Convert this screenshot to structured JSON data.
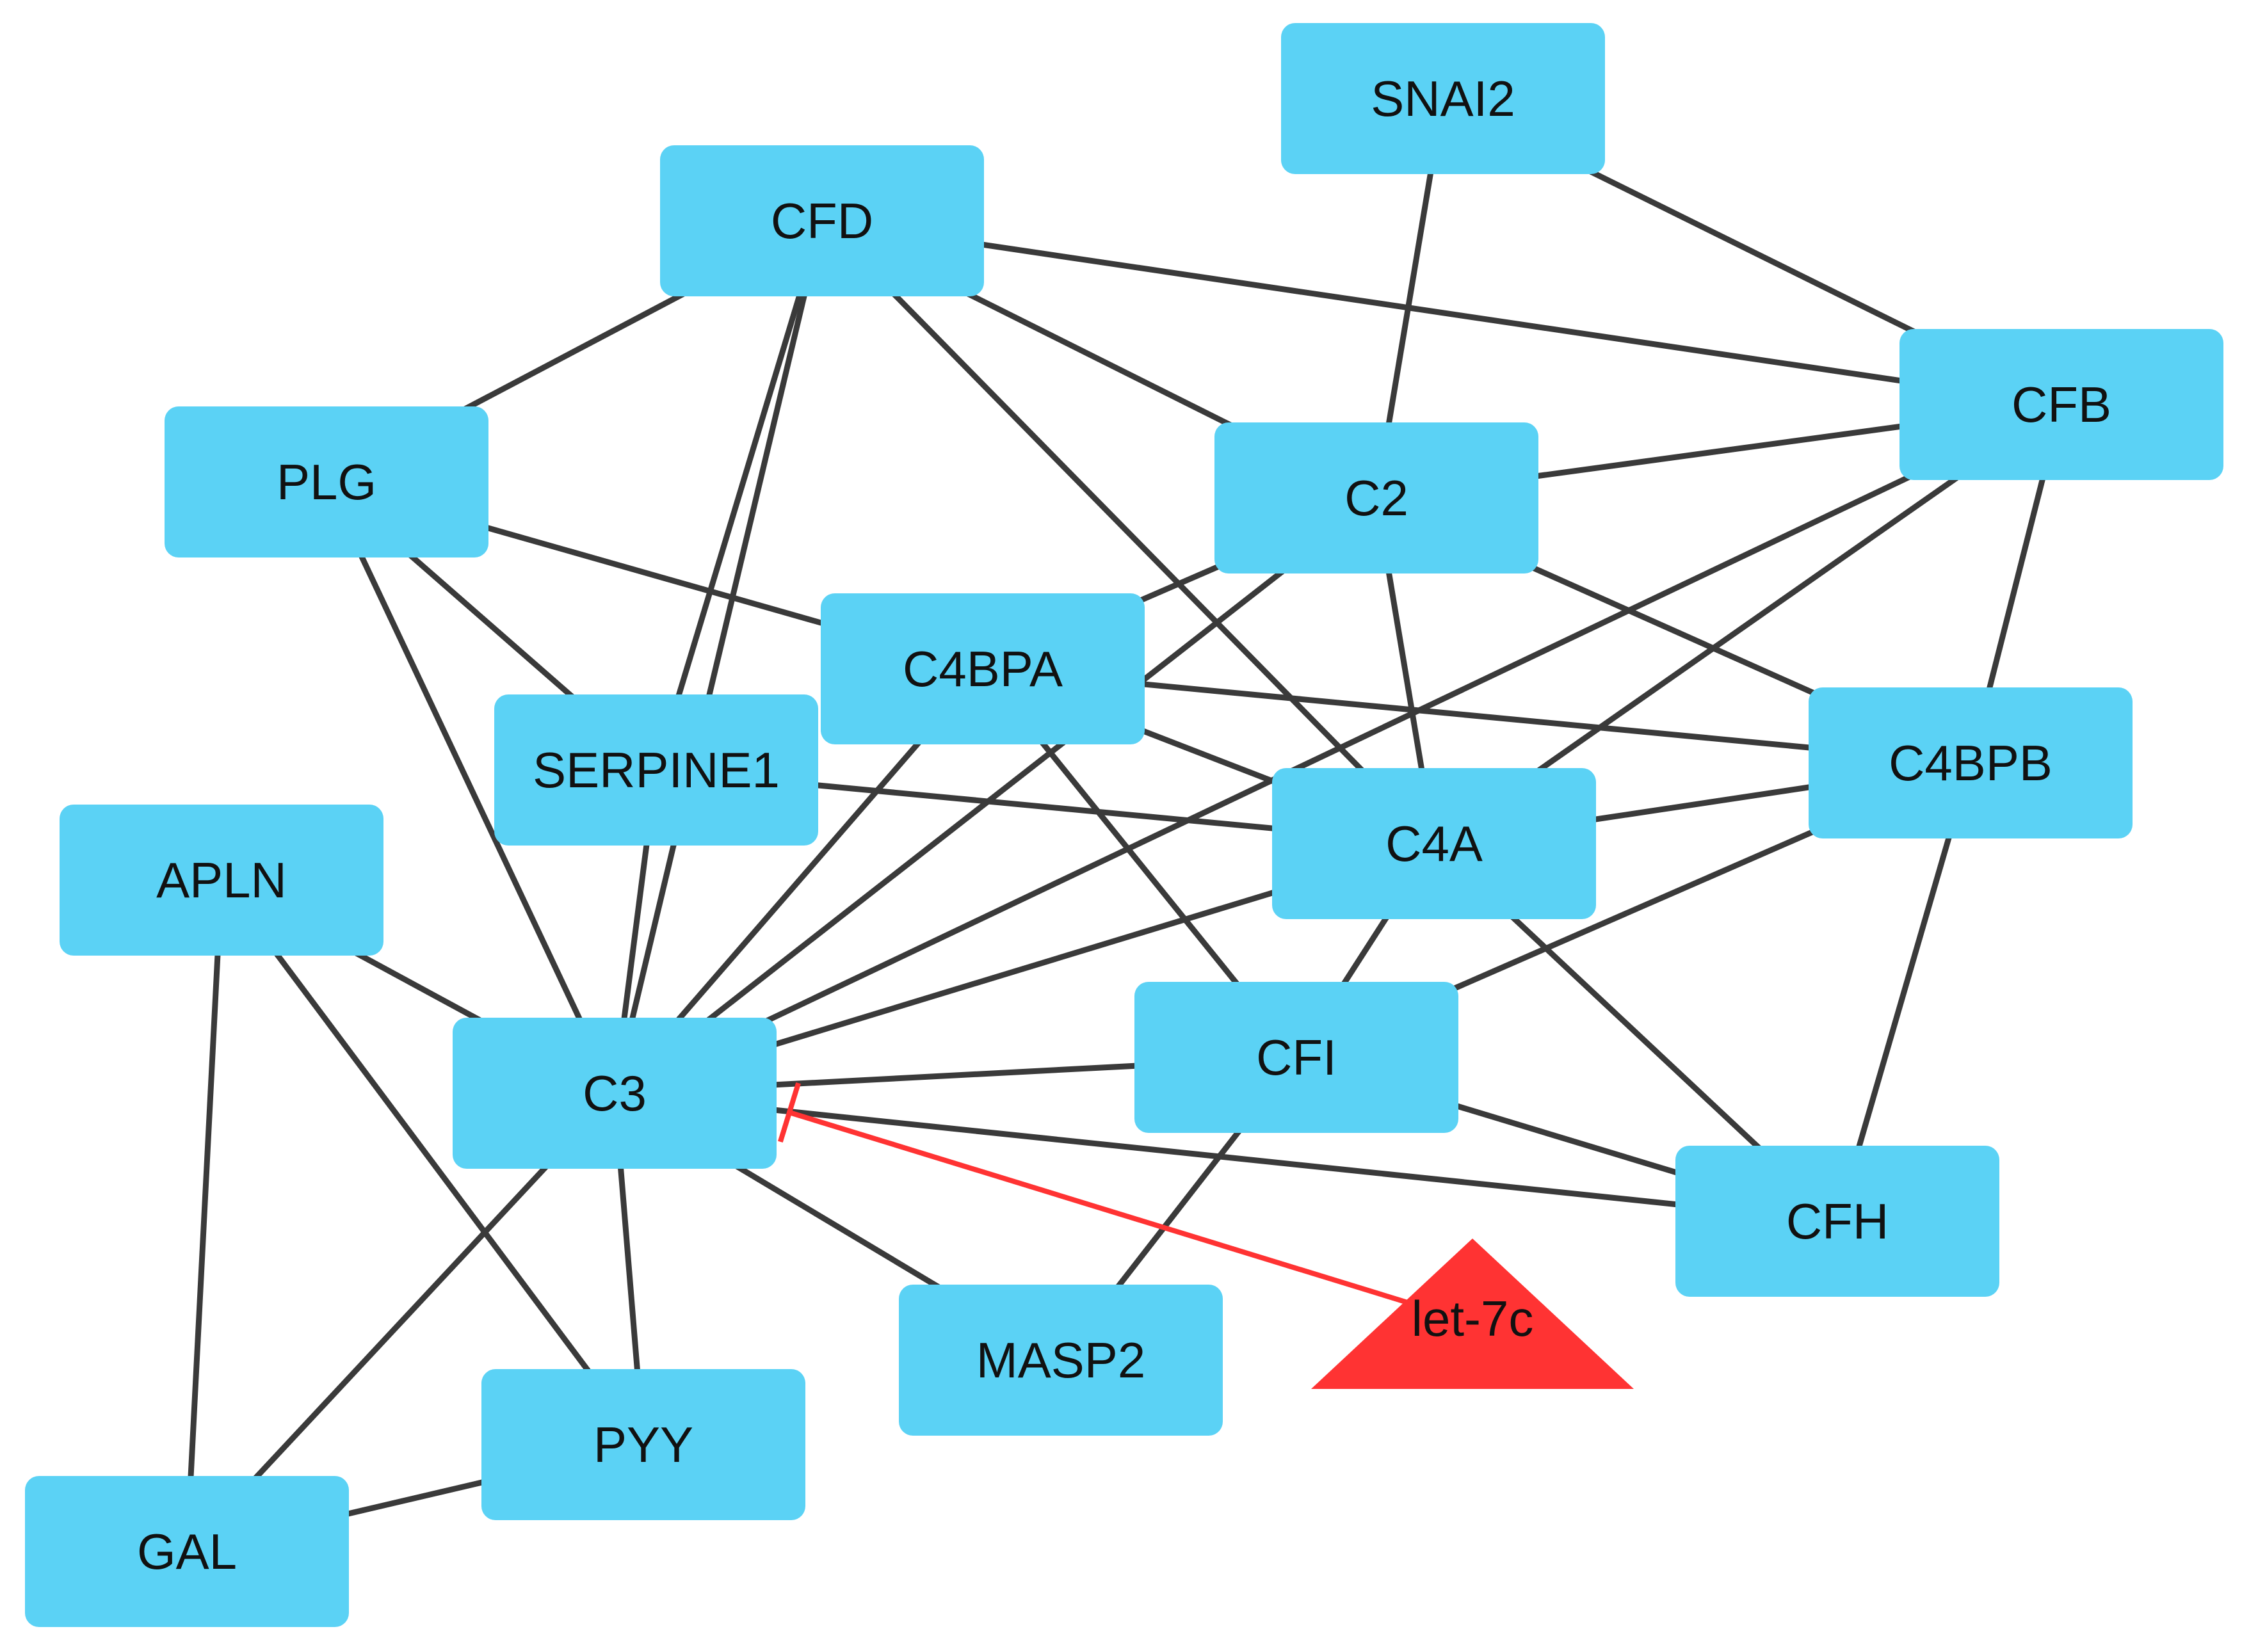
{
  "nodes": [
    {
      "id": "SNAI2",
      "label": "SNAI2",
      "shape": "rect",
      "color": "#5bd2f5"
    },
    {
      "id": "CFD",
      "label": "CFD",
      "shape": "rect",
      "color": "#5bd2f5"
    },
    {
      "id": "CFB",
      "label": "CFB",
      "shape": "rect",
      "color": "#5bd2f5"
    },
    {
      "id": "PLG",
      "label": "PLG",
      "shape": "rect",
      "color": "#5bd2f5"
    },
    {
      "id": "C2",
      "label": "C2",
      "shape": "rect",
      "color": "#5bd2f5"
    },
    {
      "id": "C4BPA",
      "label": "C4BPA",
      "shape": "rect",
      "color": "#5bd2f5"
    },
    {
      "id": "SERPINE1",
      "label": "SERPINE1",
      "shape": "rect",
      "color": "#5bd2f5"
    },
    {
      "id": "C4BPB",
      "label": "C4BPB",
      "shape": "rect",
      "color": "#5bd2f5"
    },
    {
      "id": "C4A",
      "label": "C4A",
      "shape": "rect",
      "color": "#5bd2f5"
    },
    {
      "id": "APLN",
      "label": "APLN",
      "shape": "rect",
      "color": "#5bd2f5"
    },
    {
      "id": "C3",
      "label": "C3",
      "shape": "rect",
      "color": "#5bd2f5"
    },
    {
      "id": "CFI",
      "label": "CFI",
      "shape": "rect",
      "color": "#5bd2f5"
    },
    {
      "id": "CFH",
      "label": "CFH",
      "shape": "rect",
      "color": "#5bd2f5"
    },
    {
      "id": "let-7c",
      "label": "let-7c",
      "shape": "triangle",
      "color": "#ff3333"
    },
    {
      "id": "MASP2",
      "label": "MASP2",
      "shape": "rect",
      "color": "#5bd2f5"
    },
    {
      "id": "PYY",
      "label": "PYY",
      "shape": "rect",
      "color": "#5bd2f5"
    },
    {
      "id": "GAL",
      "label": "GAL",
      "shape": "rect",
      "color": "#5bd2f5"
    }
  ],
  "edges": [
    {
      "source": "SNAI2",
      "target": "C2",
      "type": "interaction"
    },
    {
      "source": "SNAI2",
      "target": "CFB",
      "type": "interaction"
    },
    {
      "source": "CFD",
      "target": "CFB",
      "type": "interaction"
    },
    {
      "source": "CFD",
      "target": "C2",
      "type": "interaction"
    },
    {
      "source": "CFD",
      "target": "C4A",
      "type": "interaction"
    },
    {
      "source": "CFD",
      "target": "PLG",
      "type": "interaction"
    },
    {
      "source": "CFD",
      "target": "SERPINE1",
      "type": "interaction"
    },
    {
      "source": "CFD",
      "target": "C3",
      "type": "interaction"
    },
    {
      "source": "PLG",
      "target": "C4BPA",
      "type": "interaction"
    },
    {
      "source": "PLG",
      "target": "SERPINE1",
      "type": "interaction"
    },
    {
      "source": "PLG",
      "target": "C3",
      "type": "interaction"
    },
    {
      "source": "C2",
      "target": "CFB",
      "type": "interaction"
    },
    {
      "source": "C2",
      "target": "C4BPA",
      "type": "interaction"
    },
    {
      "source": "C2",
      "target": "C3",
      "type": "interaction"
    },
    {
      "source": "C2",
      "target": "C4A",
      "type": "interaction"
    },
    {
      "source": "C2",
      "target": "C4BPB",
      "type": "interaction"
    },
    {
      "source": "CFB",
      "target": "C3",
      "type": "interaction"
    },
    {
      "source": "CFB",
      "target": "C4A",
      "type": "interaction"
    },
    {
      "source": "CFB",
      "target": "C4BPB",
      "type": "interaction"
    },
    {
      "source": "C4BPA",
      "target": "C4BPB",
      "type": "interaction"
    },
    {
      "source": "C4BPA",
      "target": "C4A",
      "type": "interaction"
    },
    {
      "source": "C4BPA",
      "target": "C3",
      "type": "interaction"
    },
    {
      "source": "C4BPA",
      "target": "CFI",
      "type": "interaction"
    },
    {
      "source": "SERPINE1",
      "target": "C4A",
      "type": "interaction"
    },
    {
      "source": "SERPINE1",
      "target": "C3",
      "type": "interaction"
    },
    {
      "source": "C4BPB",
      "target": "C4A",
      "type": "interaction"
    },
    {
      "source": "C4BPB",
      "target": "CFI",
      "type": "interaction"
    },
    {
      "source": "C4BPB",
      "target": "CFH",
      "type": "interaction"
    },
    {
      "source": "C4A",
      "target": "C3",
      "type": "interaction"
    },
    {
      "source": "C4A",
      "target": "CFI",
      "type": "interaction"
    },
    {
      "source": "C4A",
      "target": "CFH",
      "type": "interaction"
    },
    {
      "source": "APLN",
      "target": "C3",
      "type": "interaction"
    },
    {
      "source": "APLN",
      "target": "PYY",
      "type": "interaction"
    },
    {
      "source": "APLN",
      "target": "GAL",
      "type": "interaction"
    },
    {
      "source": "C3",
      "target": "CFI",
      "type": "interaction"
    },
    {
      "source": "C3",
      "target": "CFH",
      "type": "interaction"
    },
    {
      "source": "C3",
      "target": "MASP2",
      "type": "interaction"
    },
    {
      "source": "C3",
      "target": "PYY",
      "type": "interaction"
    },
    {
      "source": "C3",
      "target": "GAL",
      "type": "interaction"
    },
    {
      "source": "CFI",
      "target": "CFH",
      "type": "interaction"
    },
    {
      "source": "CFI",
      "target": "MASP2",
      "type": "interaction"
    },
    {
      "source": "PYY",
      "target": "GAL",
      "type": "interaction"
    },
    {
      "source": "let-7c",
      "target": "C3",
      "type": "inhibition",
      "color": "#ff3333"
    }
  ]
}
